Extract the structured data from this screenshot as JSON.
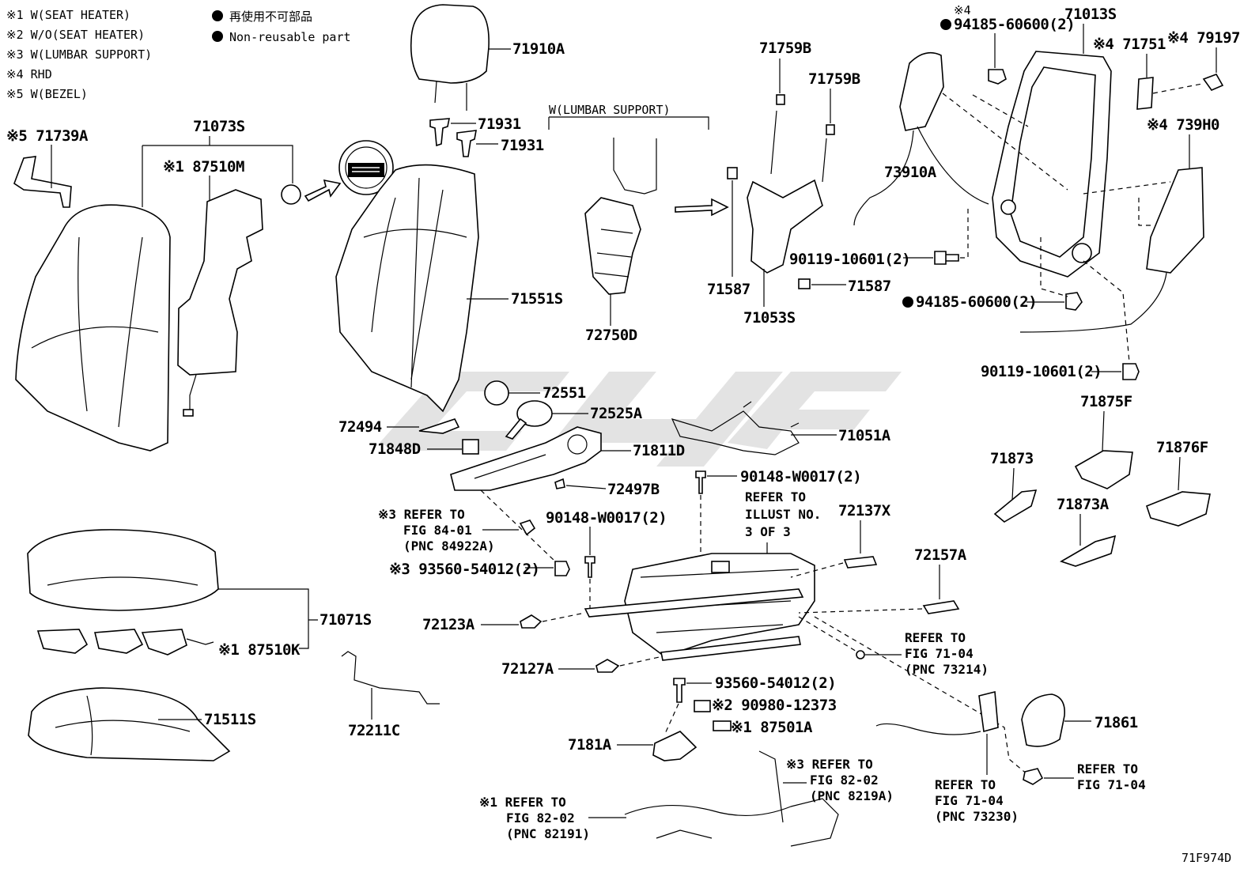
{
  "legend": {
    "notes": [
      "※1 W(SEAT HEATER)",
      "※2 W/O(SEAT HEATER)",
      "※3 W(LUMBAR SUPPORT)",
      "※4 RHD",
      "※5 W(BEZEL)"
    ],
    "non_reusable_jp": "再使用不可部品",
    "non_reusable_en": "Non-reusable part"
  },
  "section_label": "W(LUMBAR SUPPORT)",
  "figure_id": "71F974D",
  "parts": {
    "p71739A": "※5 71739A",
    "p71073S": "71073S",
    "p87510M": "※1 87510M",
    "p71910A": "71910A",
    "p71931a": "71931",
    "p71931b": "71931",
    "p71551S": "71551S",
    "p72750D": "72750D",
    "p71759Ba": "71759B",
    "p71759Bb": "71759B",
    "p71587a": "71587",
    "p71587b": "71587",
    "p71053S": "71053S",
    "p90119a": "90119-10601(2)",
    "p90119b": "90119-10601(2)",
    "p94185a_note": "※4",
    "p94185a": "94185-60600(2)",
    "p94185b": "94185-60600(2)",
    "p71013S": "71013S",
    "p71751": "※4 71751",
    "p79197": "※4 79197",
    "p739H0": "※4 739H0",
    "p73910A": "73910A",
    "p72551": "72551",
    "p72525A": "72525A",
    "p72494": "72494",
    "p71848D": "71848D",
    "p71811D": "71811D",
    "p72497B": "72497B",
    "p71051A": "71051A",
    "p90148a": "90148-W0017(2)",
    "p90148b": "90148-W0017(2)",
    "p71875F": "71875F",
    "p71873": "71873",
    "p71876F": "71876F",
    "p71873A": "71873A",
    "p72137X": "72137X",
    "p72157A": "72157A",
    "p72123A": "72123A",
    "p72127A": "72127A",
    "p93560a": "※3 93560-54012(2)",
    "p93560b": "93560-54012(2)",
    "p90980": "※2 90980-12373",
    "p87501A": "※1 87501A",
    "p7181A": "7181A",
    "p71861": "71861",
    "p71071S": "71071S",
    "p87510K": "※1 87510K",
    "p71511S": "71511S",
    "p72211C": "72211C"
  },
  "refs": {
    "r84": [
      "※3 REFER TO",
      "FIG 84-01",
      "(PNC 84922A)"
    ],
    "rIllust": [
      "REFER TO",
      "ILLUST NO.",
      "3 OF 3"
    ],
    "r73214": [
      "REFER TO",
      "FIG 71-04",
      "(PNC 73214)"
    ],
    "r71_04": [
      "REFER TO",
      "FIG 71-04"
    ],
    "r73230": [
      "REFER TO",
      "FIG 71-04",
      "(PNC 73230)"
    ],
    "r8219A": [
      "※3 REFER TO",
      "FIG 82-02",
      "(PNC 8219A)"
    ],
    "r82191": [
      "※1 REFER TO",
      "FIG 82-02",
      "(PNC 82191)"
    ]
  }
}
